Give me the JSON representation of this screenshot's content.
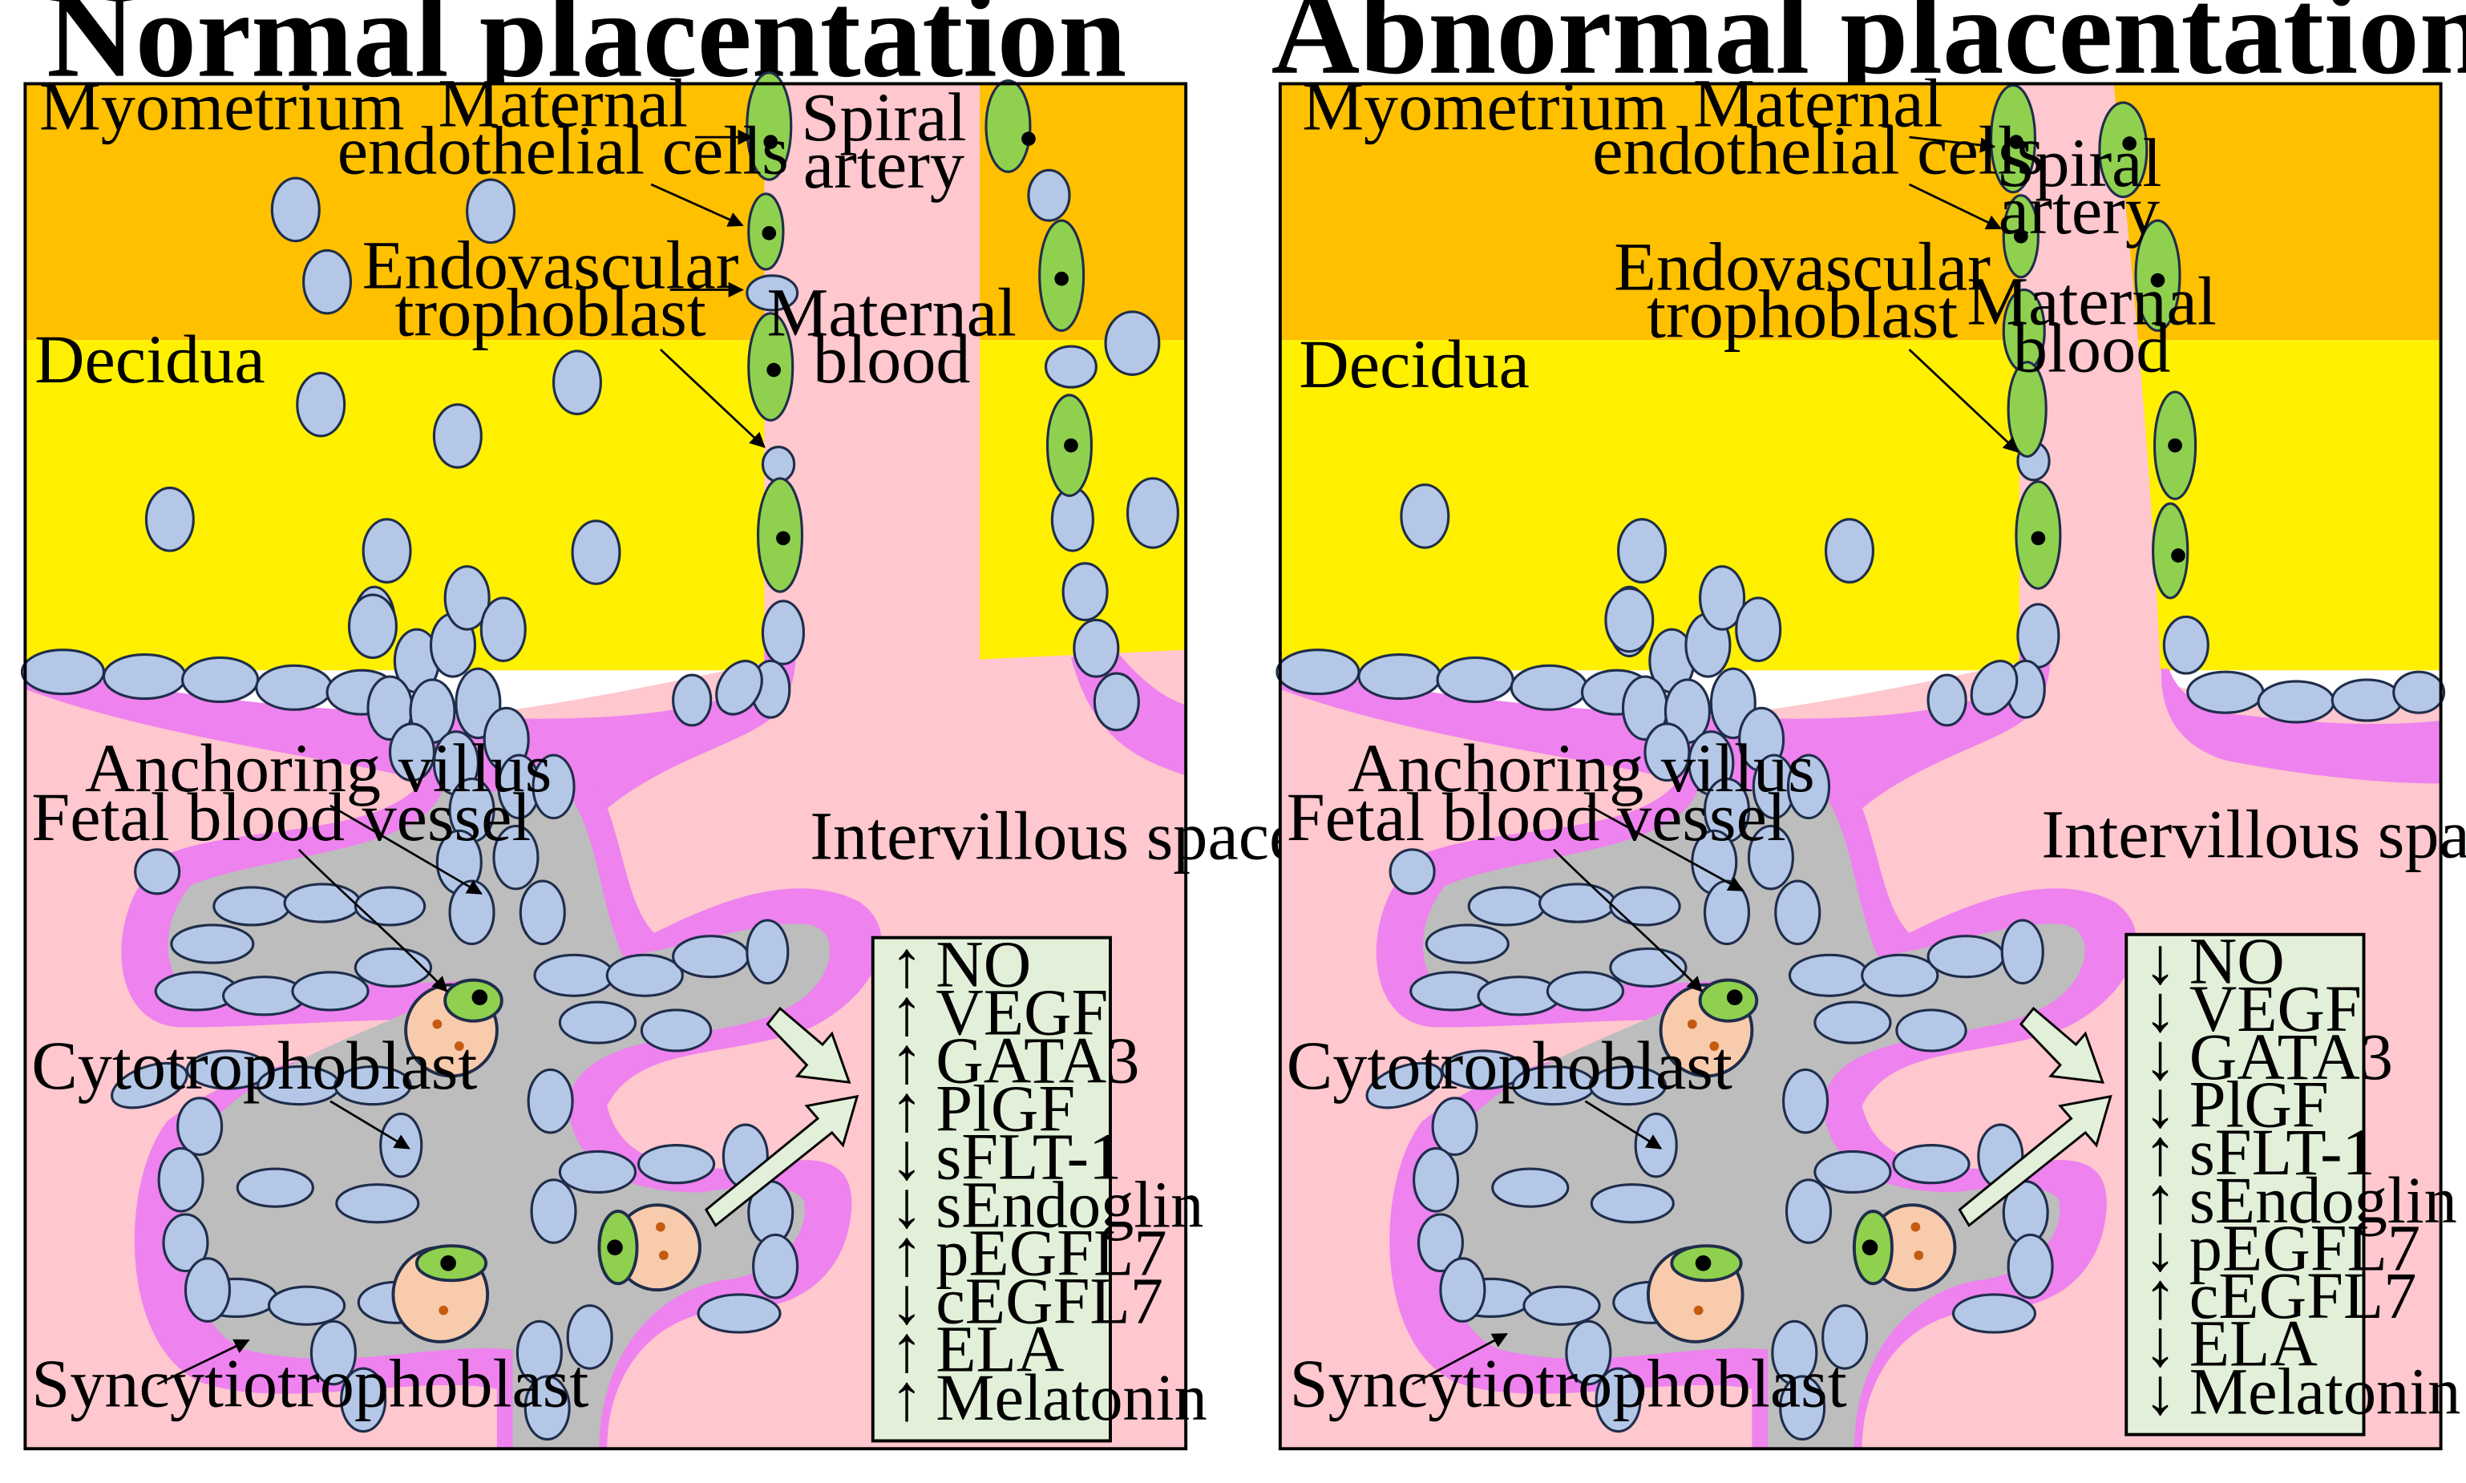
{
  "colors": {
    "myometrium": "#FFC000",
    "decidua": "#FFF000",
    "blood": "#FFC7CE",
    "syncytio": "#EE82EE",
    "villus_core": "#BDBDBD",
    "trophoblast_cell": "#B4C7E7",
    "endothelial_cell": "#8FD14F",
    "fetal_vessel": "#F8CBAD",
    "factor_box": "#E2F0D9"
  },
  "panels": [
    {
      "id": "normal",
      "title": "Normal placentation",
      "labels": {
        "myometrium": "Myometrium",
        "decidua": "Decidua",
        "maternal_endothelial_1": "Maternal",
        "maternal_endothelial_2": "endothelial cells",
        "endovascular_1": "Endovascular",
        "endovascular_2": "trophoblast",
        "spiral_1": "Spiral",
        "spiral_2": "artery",
        "maternal_blood_1": "Maternal",
        "maternal_blood_2": "blood",
        "anchoring_villus": "Anchoring villus",
        "fetal_blood_vessel": "Fetal blood vessel",
        "intervillous_space": "Intervillous space",
        "cytotrophoblast": "Cytotrophoblast",
        "syncytiotrophoblast": "Syncytiotrophoblast"
      },
      "factors": [
        {
          "arrow": "↑",
          "name": "NO"
        },
        {
          "arrow": "↑",
          "name": "VEGF"
        },
        {
          "arrow": "↑",
          "name": "GATA3"
        },
        {
          "arrow": "↑",
          "name": "PlGF"
        },
        {
          "arrow": "↓",
          "name": "sFLT-1"
        },
        {
          "arrow": "↓",
          "name": "sEndoglin"
        },
        {
          "arrow": "↑",
          "name": "pEGFL7"
        },
        {
          "arrow": "↓",
          "name": "cEGFL7"
        },
        {
          "arrow": "↑",
          "name": "ELA"
        },
        {
          "arrow": "↑",
          "name": "Melatonin"
        }
      ]
    },
    {
      "id": "abnormal",
      "title": "Abnormal placentation",
      "labels": {
        "myometrium": "Myometrium",
        "decidua": "Decidua",
        "maternal_endothelial_1": "Maternal",
        "maternal_endothelial_2": "endothelial cells",
        "endovascular_1": "Endovascular",
        "endovascular_2": "trophoblast",
        "spiral_1": "Spiral",
        "spiral_2": "artery",
        "maternal_blood_1": "Maternal",
        "maternal_blood_2": "blood",
        "anchoring_villus": "Anchoring villus",
        "fetal_blood_vessel": "Fetal blood vessel",
        "intervillous_space": "Intervillous space",
        "cytotrophoblast": "Cytotrophoblast",
        "syncytiotrophoblast": "Syncytiotrophoblast"
      },
      "factors": [
        {
          "arrow": "↓",
          "name": "NO"
        },
        {
          "arrow": "↓",
          "name": "VEGF"
        },
        {
          "arrow": "↓",
          "name": "GATA3"
        },
        {
          "arrow": "↓",
          "name": "PlGF"
        },
        {
          "arrow": "↑",
          "name": "sFLT-1"
        },
        {
          "arrow": "↑",
          "name": "sEndoglin"
        },
        {
          "arrow": "↓",
          "name": "pEGFL7"
        },
        {
          "arrow": "↑",
          "name": "cEGFL7"
        },
        {
          "arrow": "↓",
          "name": "ELA"
        },
        {
          "arrow": "↓",
          "name": "Melatonin"
        }
      ]
    }
  ]
}
